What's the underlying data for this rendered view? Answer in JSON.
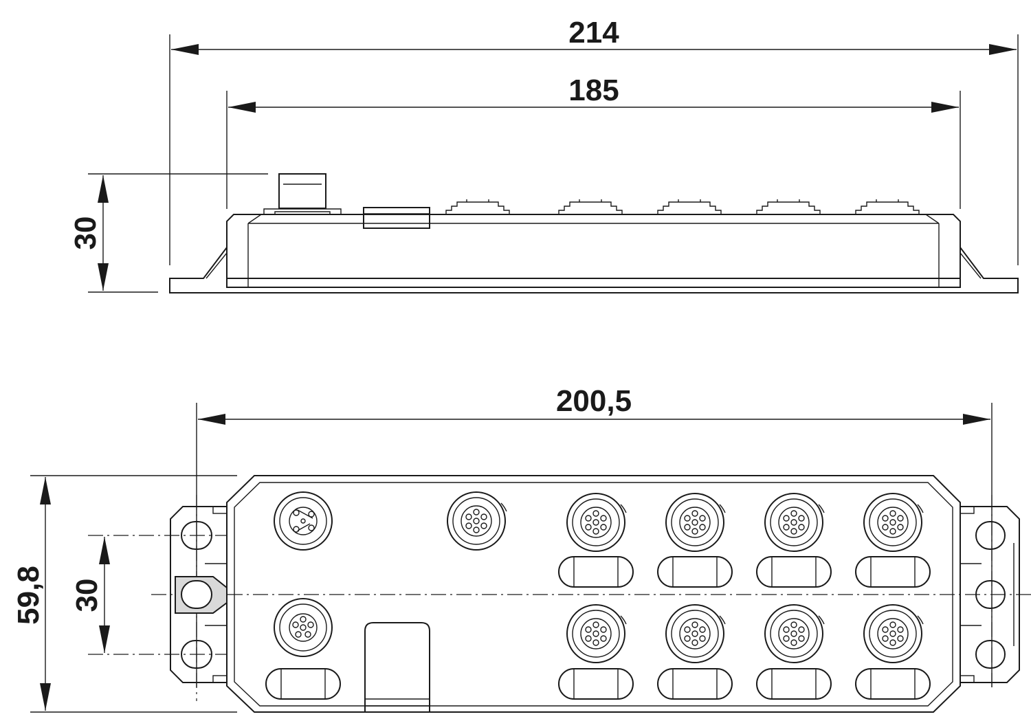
{
  "dimensions": {
    "side_total_width": "214",
    "side_body_width": "185",
    "side_height": "30",
    "top_width": "200,5",
    "top_height": "59,8",
    "top_hole_spacing": "30"
  }
}
